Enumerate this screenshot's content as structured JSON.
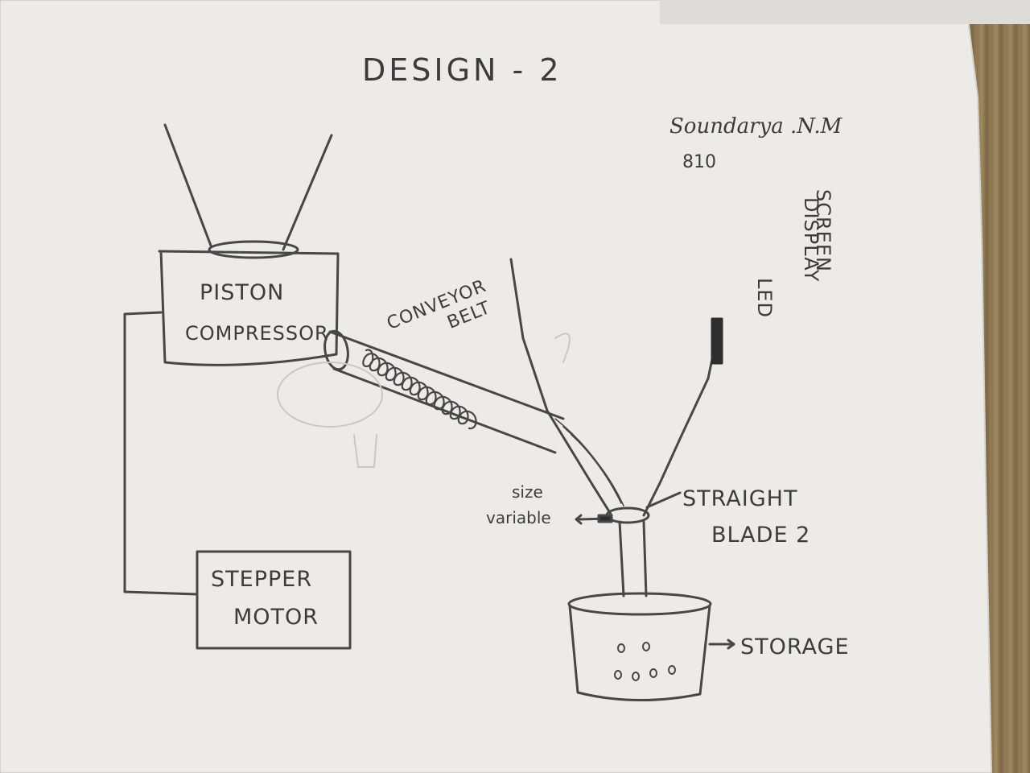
{
  "title": "DESIGN - 2",
  "author": {
    "name": "Soundarya .N.M",
    "number": "810"
  },
  "labels": {
    "piston": "PISTON",
    "compressor": "COMPRESSOR",
    "conveyor": "CONVEYOR",
    "belt": "BELT",
    "led": "LED",
    "display": "DISPLAY",
    "screen": "SCREEN",
    "size": "size",
    "variable": "variable",
    "straight": "STRAIGHT",
    "blade": "BLADE 2",
    "stepper": "STEPPER",
    "motor": "MOTOR",
    "storage": "STORAGE"
  },
  "colors": {
    "ink": "#3c3c3c",
    "paper": "#ecebe7",
    "wood": "#8a7450"
  }
}
